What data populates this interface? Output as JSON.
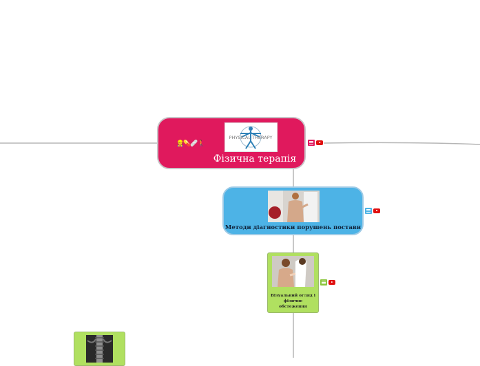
{
  "root": {
    "title": "Фізична терапія",
    "image_text": "PHYSICAL THERAPY",
    "decor": "👷💊🩹🚶"
  },
  "node_diagnostics": {
    "title": "Методи діагностики порушень постави"
  },
  "node_visual": {
    "title": "Візуальний огляд і фізичне обстеження"
  },
  "node_xray": {
    "title": ""
  },
  "colors": {
    "root": "#e0195d",
    "diagnostics": "#4db3e6",
    "visual": "#b0e060",
    "connector": "#b5b5b5",
    "note_root": "#e0195d",
    "note_diagnostics": "#4db3e6",
    "note_visual": "#8cc63f",
    "youtube": "#e01010"
  },
  "icons": [
    "notes-icon",
    "youtube-icon"
  ]
}
